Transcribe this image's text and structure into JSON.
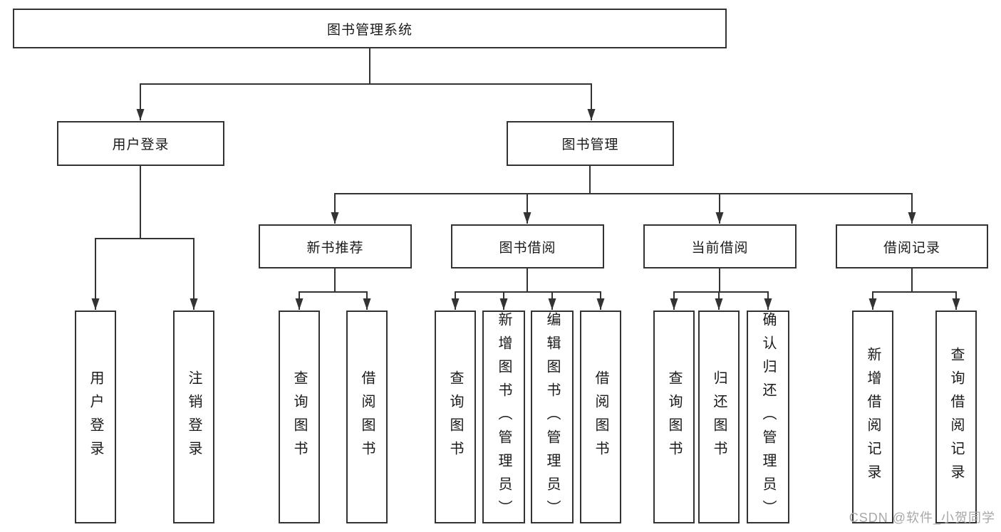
{
  "diagram": {
    "title": "图书管理系统",
    "colors": {
      "line": "#333333",
      "box_border": "#333333",
      "box_fill": "#ffffff",
      "text": "#1a1a1a",
      "watermark": "#a8a8a8"
    },
    "nodes": {
      "root": {
        "label": "图书管理系统"
      },
      "user_login": {
        "label": "用户登录"
      },
      "book_mgmt": {
        "label": "图书管理"
      },
      "new_book_rec": {
        "label": "新书推荐"
      },
      "book_borrow": {
        "label": "图书借阅"
      },
      "current_borrow": {
        "label": "当前借阅"
      },
      "borrow_records": {
        "label": "借阅记录"
      },
      "leaf_user_login": {
        "label": "用户登录"
      },
      "leaf_logout": {
        "label": "注销登录"
      },
      "leaf_rec_query": {
        "label": "查询图书"
      },
      "leaf_rec_borrow": {
        "label": "借阅图书"
      },
      "leaf_bb_query": {
        "label": "查询图书"
      },
      "leaf_bb_add": {
        "label": "新增图书（管理员）"
      },
      "leaf_bb_edit": {
        "label": "编辑图书（管理员）"
      },
      "leaf_bb_borrow": {
        "label": "借阅图书"
      },
      "leaf_cb_query": {
        "label": "查询图书"
      },
      "leaf_cb_return": {
        "label": "归还图书"
      },
      "leaf_cb_confirm": {
        "label": "确认归还（管理员）"
      },
      "leaf_br_add": {
        "label": "新增借阅记录"
      },
      "leaf_br_query": {
        "label": "查询借阅记录"
      }
    },
    "hierarchy": {
      "图书管理系统": {
        "用户登录": [
          "用户登录",
          "注销登录"
        ],
        "图书管理": {
          "新书推荐": [
            "查询图书",
            "借阅图书"
          ],
          "图书借阅": [
            "查询图书",
            "新增图书（管理员）",
            "编辑图书（管理员）",
            "借阅图书"
          ],
          "当前借阅": [
            "查询图书",
            "归还图书",
            "确认归还（管理员）"
          ],
          "借阅记录": [
            "新增借阅记录",
            "查询借阅记录"
          ]
        }
      }
    }
  },
  "watermark": {
    "text": "CSDN @软件_小贺同学"
  }
}
